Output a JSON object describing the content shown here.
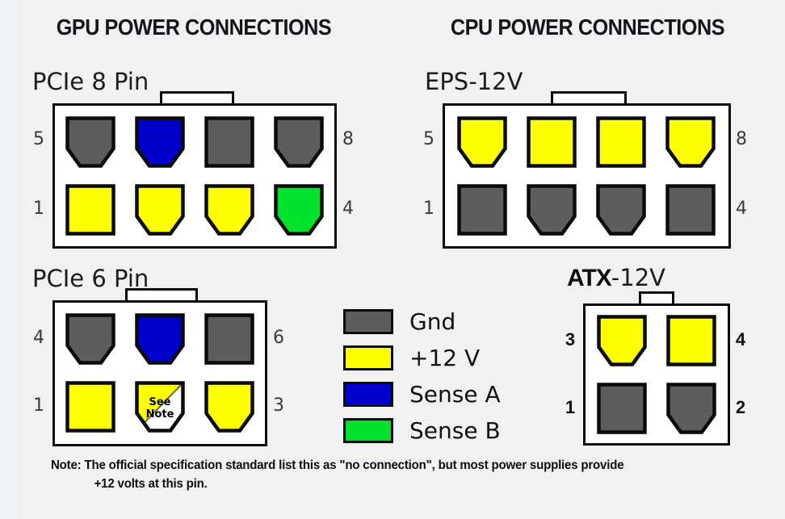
{
  "titles": {
    "left": "GPU POWER CONNECTIONS",
    "right": "CPU POWER CONNECTIONS"
  },
  "palette": {
    "gnd": "#5d5d5d",
    "plus12": "#feff00",
    "senseA": "#0000cc",
    "senseB": "#00e12b",
    "outline": "#0b0b0b",
    "connector_fill": "#ffffff",
    "background": "#f1f1f2"
  },
  "connectors": {
    "pcie8": {
      "label": "PCIe 8 Pin",
      "corner_numbers": {
        "top_left": "5",
        "top_right": "8",
        "bottom_left": "1",
        "bottom_right": "4"
      },
      "pins": [
        [
          {
            "color": "gnd",
            "shape": "chamfer"
          },
          {
            "color": "senseA",
            "shape": "chamfer"
          },
          {
            "color": "gnd",
            "shape": "square"
          },
          {
            "color": "gnd",
            "shape": "chamfer"
          }
        ],
        [
          {
            "color": "plus12",
            "shape": "square"
          },
          {
            "color": "plus12",
            "shape": "chamfer"
          },
          {
            "color": "plus12",
            "shape": "chamfer"
          },
          {
            "color": "senseB",
            "shape": "chamfer"
          }
        ]
      ]
    },
    "eps12v": {
      "label": "EPS-12V",
      "corner_numbers": {
        "top_left": "5",
        "top_right": "8",
        "bottom_left": "1",
        "bottom_right": "4"
      },
      "pins": [
        [
          {
            "color": "plus12",
            "shape": "chamfer"
          },
          {
            "color": "plus12",
            "shape": "square"
          },
          {
            "color": "plus12",
            "shape": "square"
          },
          {
            "color": "plus12",
            "shape": "chamfer"
          }
        ],
        [
          {
            "color": "gnd",
            "shape": "square"
          },
          {
            "color": "gnd",
            "shape": "chamfer"
          },
          {
            "color": "gnd",
            "shape": "chamfer"
          },
          {
            "color": "gnd",
            "shape": "square"
          }
        ]
      ]
    },
    "pcie6": {
      "label": "PCIe 6 Pin",
      "corner_numbers": {
        "top_left": "4",
        "top_right": "6",
        "bottom_left": "1",
        "bottom_right": "3"
      },
      "pins": [
        [
          {
            "color": "gnd",
            "shape": "chamfer"
          },
          {
            "color": "senseA",
            "shape": "chamfer"
          },
          {
            "color": "gnd",
            "shape": "square"
          }
        ],
        [
          {
            "color": "plus12",
            "shape": "square"
          },
          {
            "color": "plus12",
            "shape": "chamfer",
            "special": "see_note"
          },
          {
            "color": "plus12",
            "shape": "chamfer"
          }
        ]
      ]
    },
    "atx12v": {
      "label_bold": "ATX",
      "label_rest": "-12V",
      "corner_numbers": {
        "top_left": "3",
        "top_right": "4",
        "bottom_left": "1",
        "bottom_right": "2"
      },
      "pins": [
        [
          {
            "color": "plus12",
            "shape": "chamfer"
          },
          {
            "color": "plus12",
            "shape": "square"
          }
        ],
        [
          {
            "color": "gnd",
            "shape": "square"
          },
          {
            "color": "gnd",
            "shape": "chamfer"
          }
        ]
      ]
    }
  },
  "see_note": {
    "line1": "See",
    "line2": "Note"
  },
  "legend": {
    "items": [
      {
        "name": "gnd",
        "label": "Gnd"
      },
      {
        "name": "plus12",
        "label": "+12 V"
      },
      {
        "name": "senseA",
        "label": "Sense A"
      },
      {
        "name": "senseB",
        "label": "Sense B"
      }
    ]
  },
  "note": {
    "line1": "Note: The official specification standard list this as \"no connection\", but most power supplies provide",
    "line2": "+12 volts at this pin."
  }
}
